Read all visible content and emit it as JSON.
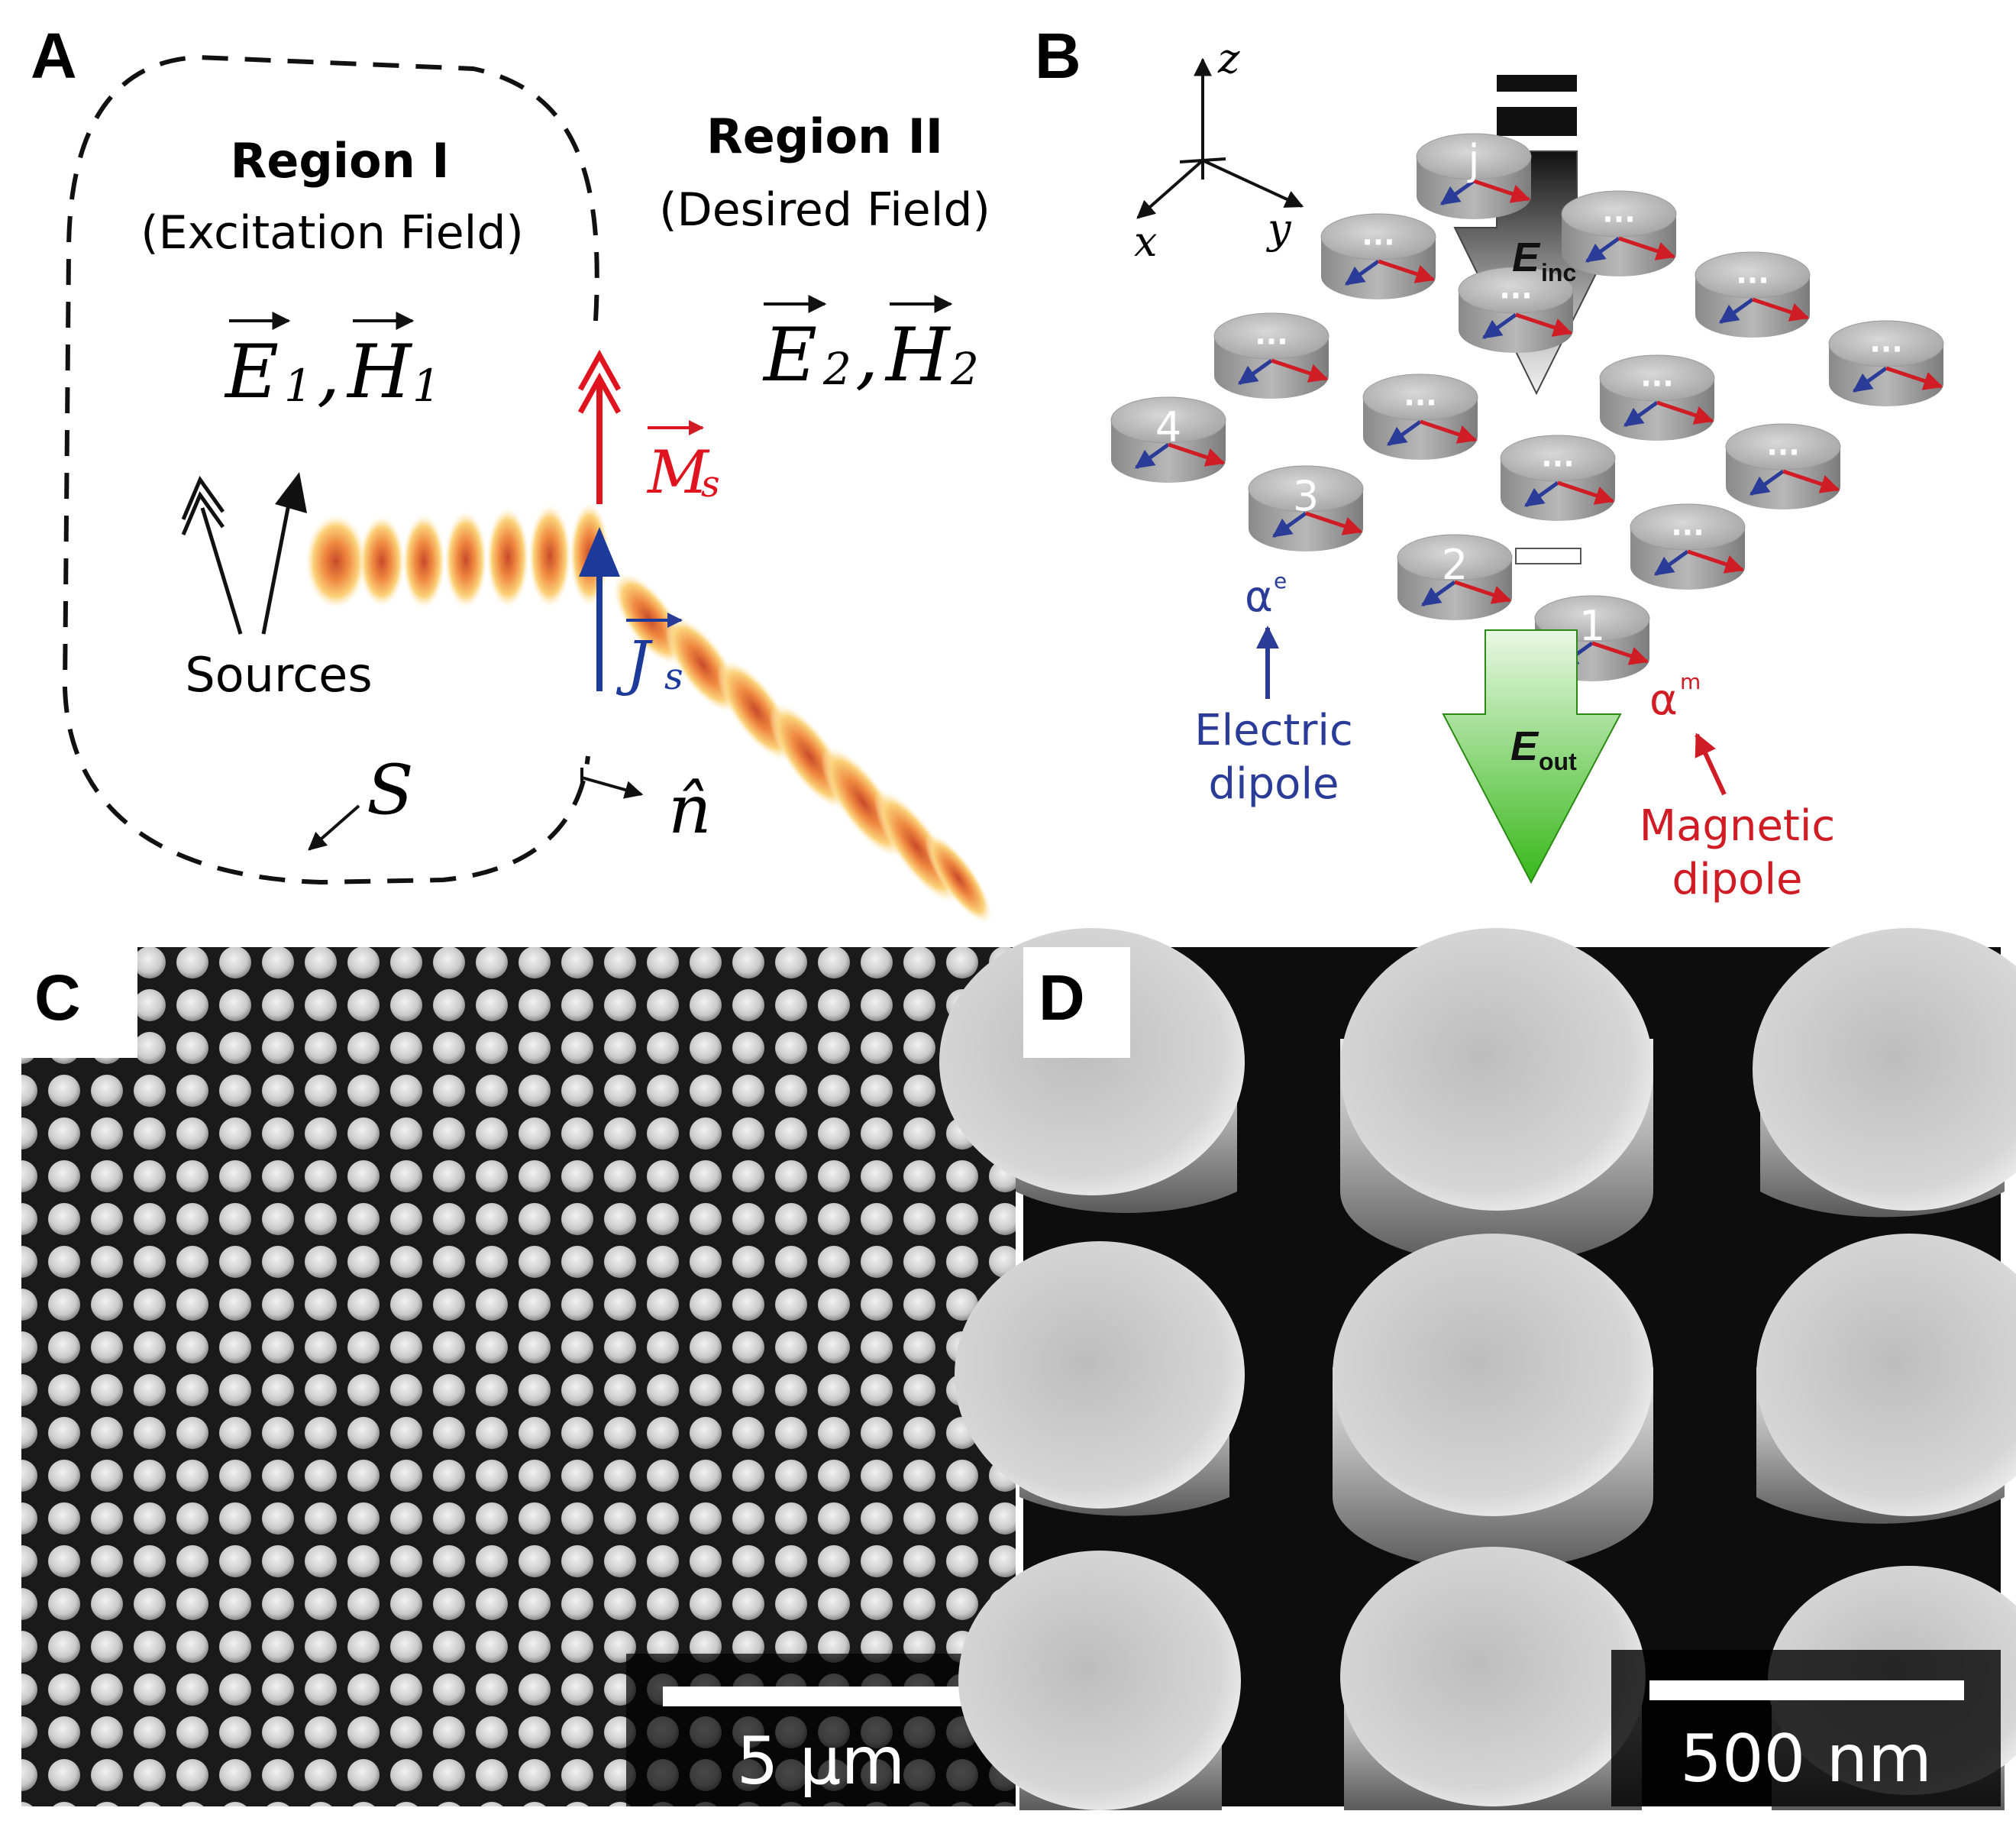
{
  "panels": {
    "a": {
      "label": "A",
      "region1": {
        "title": "Region I",
        "subtitle": "(Excitation Field)",
        "fields_e": "E",
        "fields_e_sub": "1",
        "sep": ",",
        "fields_h": "H",
        "fields_h_sub": "1"
      },
      "region2": {
        "title": "Region II",
        "subtitle": "(Desired Field)",
        "fields_e": "E",
        "fields_e_sub": "2",
        "sep": ",",
        "fields_h": "H",
        "fields_h_sub": "2"
      },
      "sources": "Sources",
      "surface": "S",
      "normal": "n̂",
      "magnetic_current": "M",
      "magnetic_current_sub": "s",
      "electric_current": "J",
      "electric_current_sub": "s",
      "colors": {
        "magnetic": "#e0141e",
        "electric": "#1c3a9a"
      }
    },
    "b": {
      "label": "B",
      "axes": {
        "z": "z",
        "x": "x",
        "y": "y"
      },
      "cylinder_labels": [
        "j",
        "4",
        "3",
        "2",
        "1"
      ],
      "ellipsis": "···",
      "e_inc": "E",
      "e_inc_sub": "inc",
      "e_out": "E",
      "e_out_sub": "out",
      "alpha_e": "α",
      "alpha_e_sup": "e",
      "alpha_m": "α",
      "alpha_m_sup": "m",
      "electric_dipole": [
        "Electric",
        "dipole"
      ],
      "magnetic_dipole": [
        "Magnetic",
        "dipole"
      ],
      "colors": {
        "electric": "#2a3c98",
        "magnetic": "#d01c24",
        "out_arrow": "#3fbf1f"
      }
    },
    "c": {
      "label": "C",
      "scale_bar": "5 µm"
    },
    "d": {
      "label": "D",
      "scale_bar": "500 nm"
    }
  }
}
